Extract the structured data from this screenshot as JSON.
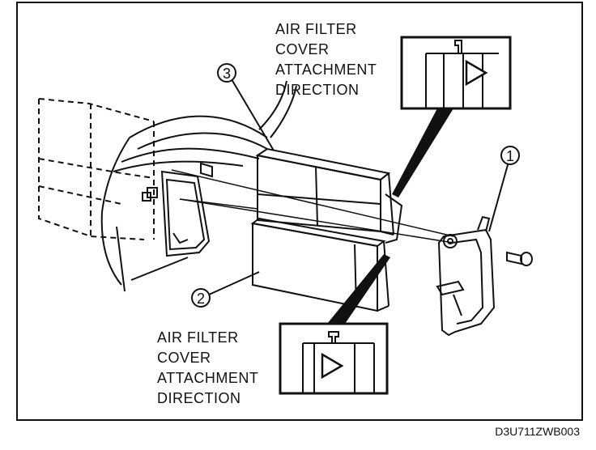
{
  "labels": {
    "top": [
      "AIR FILTER",
      "COVER",
      "ATTACHMENT",
      "DIRECTION"
    ],
    "bottom": [
      "AIR FILTER",
      "COVER",
      "ATTACHMENT",
      "DIRECTION"
    ]
  },
  "callouts": {
    "one": "1",
    "two": "2",
    "three": "3"
  },
  "drawing_code": "D3U711ZWB003"
}
